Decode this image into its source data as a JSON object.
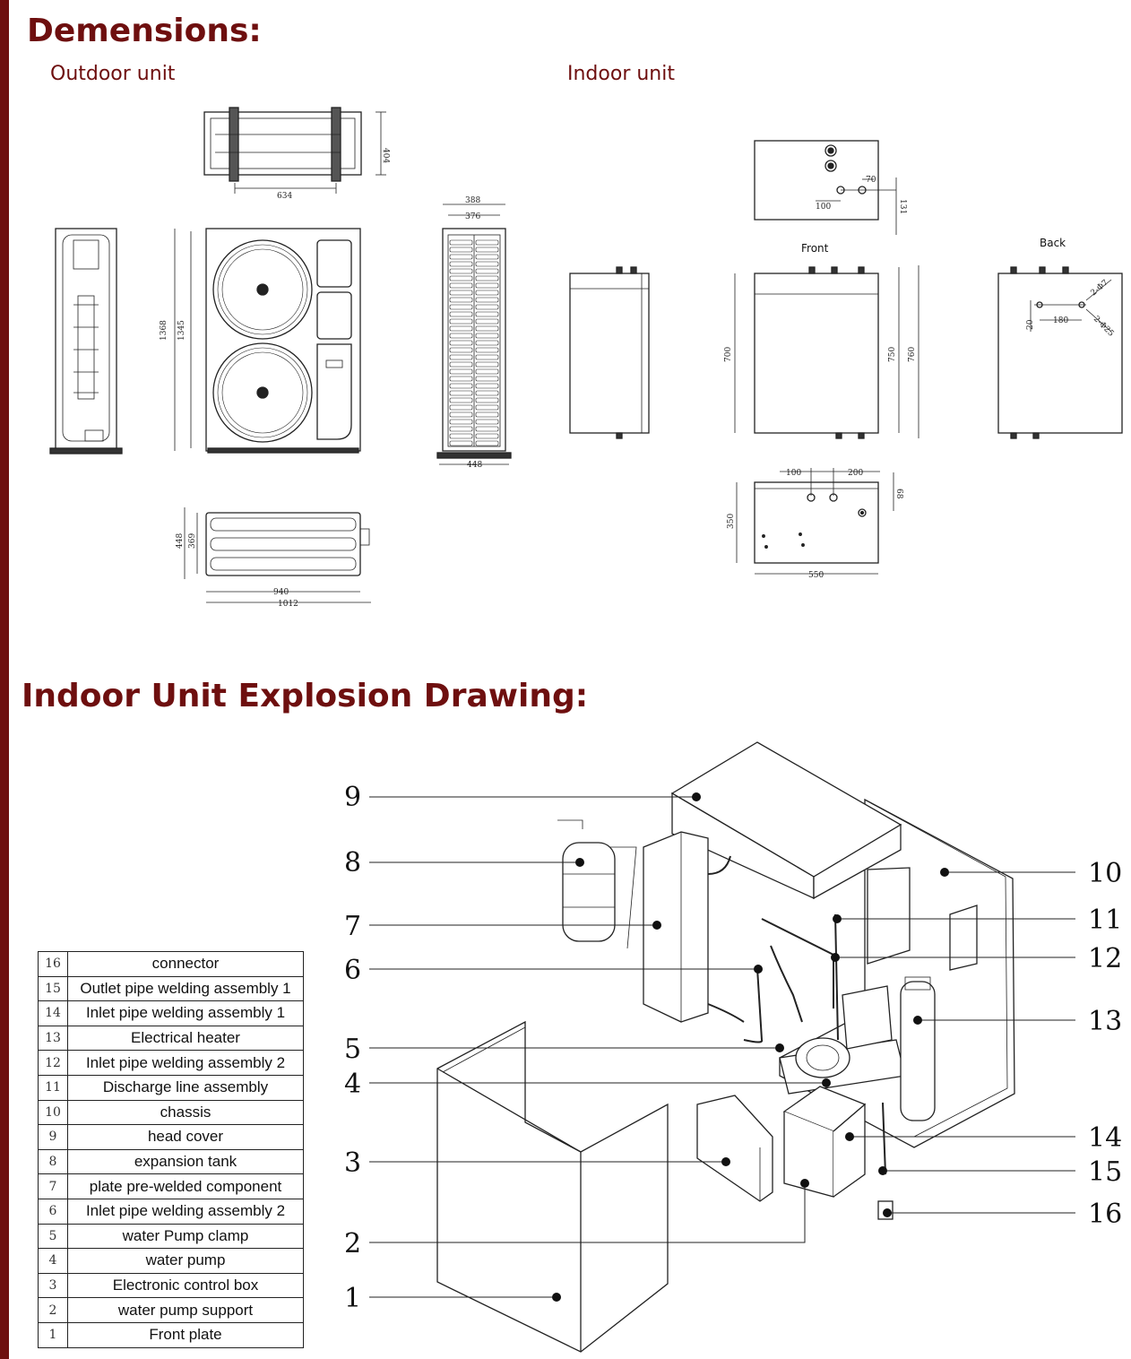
{
  "section1": {
    "title": "Demensions:",
    "outdoor_label": "Outdoor unit",
    "indoor_label": "Indoor unit",
    "outdoor_dims": {
      "top_width": "634",
      "top_depth": "404",
      "front_h1": "1368",
      "front_h2": "1345",
      "side_w1": "388",
      "side_w2": "376",
      "side_base": "448",
      "bottom_d1": "448",
      "bottom_d2": "369",
      "bottom_w1": "940",
      "bottom_w2": "1012"
    },
    "indoor_dims": {
      "front_title": "Front",
      "back_title": "Back",
      "top_d1": "70",
      "top_d2": "100",
      "top_d3": "131",
      "front_h": "700",
      "front_h2": "750",
      "front_h3": "760",
      "back_d1": "20",
      "back_d2": "180",
      "back_d3": "2-Φ7",
      "back_d4": "2-Φ25",
      "bottom_d1": "100",
      "bottom_d2": "200",
      "bottom_d3": "68",
      "bottom_d4": "350",
      "bottom_d5": "550"
    }
  },
  "section2": {
    "title": "Indoor Unit Explosion Drawing:",
    "callouts_left": [
      "9",
      "8",
      "7",
      "6",
      "5",
      "4",
      "3",
      "2",
      "1"
    ],
    "callouts_right": [
      "10",
      "11",
      "12",
      "13",
      "14",
      "15",
      "16"
    ],
    "parts": [
      {
        "no": "16",
        "name": "connector"
      },
      {
        "no": "15",
        "name": "Outlet pipe welding assembly 1"
      },
      {
        "no": "14",
        "name": "Inlet pipe welding assembly 1"
      },
      {
        "no": "13",
        "name": "Electrical heater"
      },
      {
        "no": "12",
        "name": "Inlet pipe welding assembly 2"
      },
      {
        "no": "11",
        "name": "Discharge line assembly"
      },
      {
        "no": "10",
        "name": "chassis"
      },
      {
        "no": "9",
        "name": "head cover"
      },
      {
        "no": "8",
        "name": "expansion tank"
      },
      {
        "no": "7",
        "name": "plate pre-welded component"
      },
      {
        "no": "6",
        "name": "Inlet pipe welding assembly 2"
      },
      {
        "no": "5",
        "name": "water Pump clamp"
      },
      {
        "no": "4",
        "name": "water pump"
      },
      {
        "no": "3",
        "name": "Electronic control box"
      },
      {
        "no": "2",
        "name": "water pump support"
      },
      {
        "no": "1",
        "name": "Front plate"
      }
    ]
  }
}
